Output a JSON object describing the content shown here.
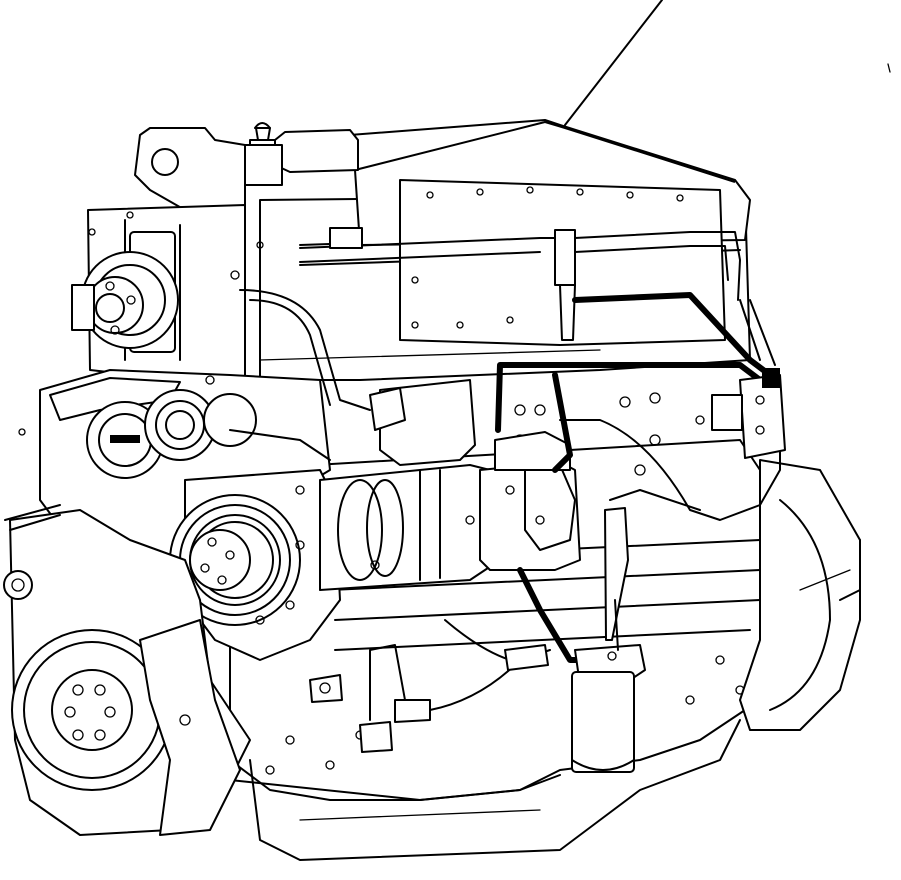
{
  "diagram": {
    "style": "monochrome line drawing",
    "colors": {
      "ink": "#000000",
      "paper": "#ffffff"
    },
    "components": [
      "engine-block",
      "rocker-cover",
      "front-pulley-assembly",
      "flywheel-housing",
      "fuel-filter",
      "fuel-pump",
      "compressor",
      "fuel-lines",
      "callout-leader"
    ]
  }
}
